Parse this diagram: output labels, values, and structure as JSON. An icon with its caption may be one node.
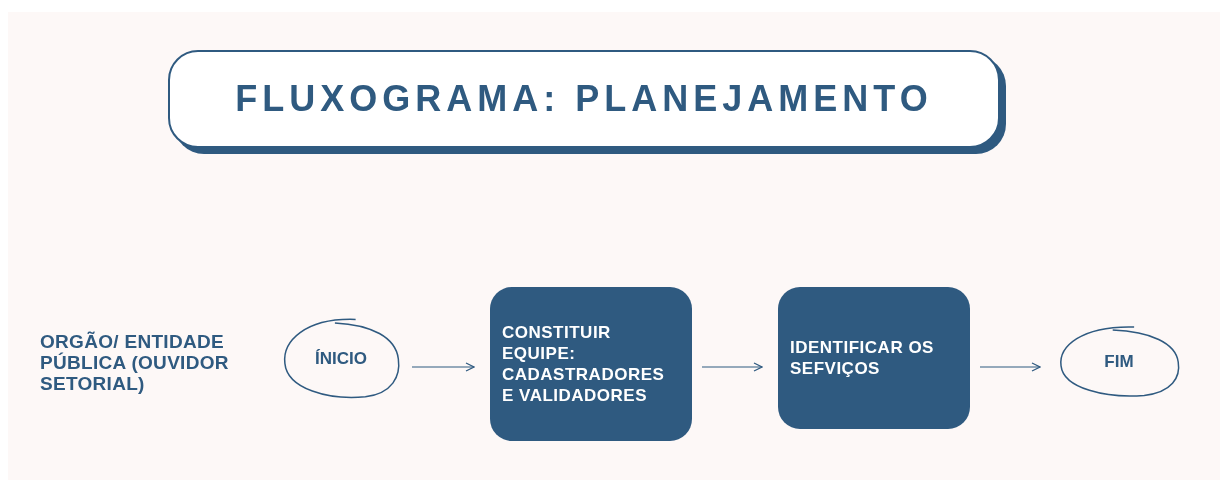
{
  "diagram": {
    "title": "FLUXOGRAMA: PLANEJAMENTO",
    "nodes": [
      {
        "text": [
          "ORGÃO/ ENTIDADE PÚBLICA (OUVIDOR SETORIAL)"
        ]
      },
      {
        "text": [
          "ÍNICIO"
        ]
      },
      {
        "text": [
          "CONSTITUIR EQUIPE: CADASTRADORES E VALIDADORES"
        ]
      },
      {
        "text": [
          "IDENTIFICAR OS SEFVIÇOS"
        ]
      },
      {
        "text": [
          "FIM"
        ]
      }
    ],
    "edges": [
      {
        "from": 1,
        "to": 2,
        "arrow": "to"
      },
      {
        "from": 2,
        "to": 3,
        "arrow": "to"
      },
      {
        "from": 3,
        "to": 4,
        "arrow": "to"
      }
    ]
  }
}
